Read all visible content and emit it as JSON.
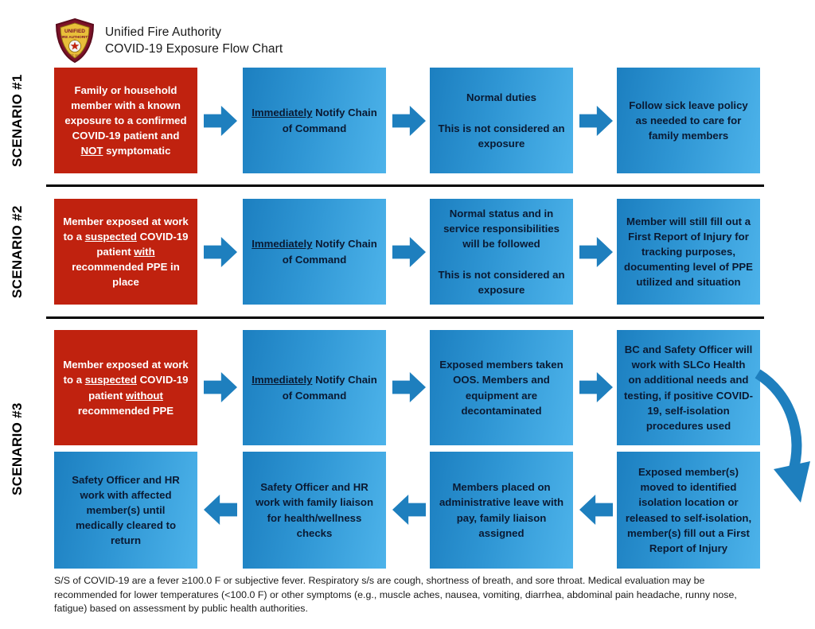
{
  "header": {
    "logo_alt": "Unified Fire Authority shield badge",
    "org_name": "Unified Fire Authority",
    "doc_title": "COVID-19 Exposure Flow Chart"
  },
  "scenarios": [
    {
      "label": "SCENARIO #1"
    },
    {
      "label": "SCENARIO #2"
    },
    {
      "label": "SCENARIO #3"
    }
  ],
  "boxes": {
    "s1c1": "Family or household member with a known exposure to a confirmed COVID-19 patient and NOT symptomatic",
    "s1c1_pre": "Family or household member with a known exposure to a confirmed COVID-19 patient and ",
    "s1c1_em": "NOT",
    "s1c1_post": " symptomatic",
    "s1c2_em": "Immediately",
    "s1c2_post": " Notify Chain of Command",
    "s1c3": "Normal duties",
    "s1c3b": "This is not considered an exposure",
    "s1c4": "Follow sick leave policy as needed to care for family members",
    "s2c1_pre": "Member exposed at work to a ",
    "s2c1_em1": "suspected",
    "s2c1_mid": " COVID-19 patient ",
    "s2c1_em2": "with",
    "s2c1_post": " recommended PPE in place",
    "s2c2_em": "Immediately",
    "s2c2_post": " Notify Chain of Command",
    "s2c3": "Normal status and in service responsibilities will be followed",
    "s2c3b": "This is not considered an exposure",
    "s2c4": "Member will still fill out a First Report of Injury for tracking purposes, documenting level of PPE utilized and situation",
    "s3c1_pre": "Member exposed at work to a ",
    "s3c1_em1": "suspected",
    "s3c1_mid": " COVID-19 patient ",
    "s3c1_em2": "without",
    "s3c1_post": " recommended PPE",
    "s3c2_em": "Immediately",
    "s3c2_post": " Notify Chain of Command",
    "s3c3": "Exposed members taken OOS. Members and equipment are decontaminated",
    "s3c4": "BC and Safety Officer will work with SLCo Health on additional needs and testing, if positive COVID-19, self-isolation procedures used",
    "s3r2c4": "Exposed member(s) moved to identified isolation location or released to self-isolation, member(s) fill out a First Report of Injury",
    "s3r2c3": "Members placed on administrative leave with pay, family liaison assigned",
    "s3r2c2": "Safety Officer and HR work with family liaison for health/wellness checks",
    "s3r2c1": "Safety Officer and HR work with affected member(s) until medically cleared to return"
  },
  "footer": {
    "note": "S/S of COVID-19 are a fever ≥100.0 F or subjective fever. Respiratory s/s are cough, shortness of breath, and sore throat. Medical evaluation may be recommended for lower temperatures (<100.0 F) or other symptoms (e.g., muscle aches, nausea, vomiting, diarrhea, abdominal pain headache, runny nose, fatigue) based on assessment by public health authorities."
  },
  "colors": {
    "red_box": "#c0220f",
    "blue_box_dark": "#1c7fc0",
    "blue_box_light": "#4db3ea",
    "arrow": "#1e7fbe",
    "divider": "#000000",
    "text_dark": "#0a1a33"
  },
  "icons": {
    "arrow_right": "arrow-right-icon",
    "arrow_left": "arrow-left-icon",
    "arrow_curved": "arrow-curved-down-icon",
    "logo": "fire-authority-shield-icon"
  }
}
